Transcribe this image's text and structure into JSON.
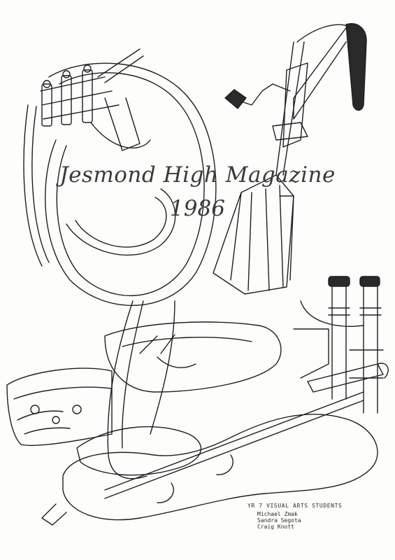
{
  "cover": {
    "title": "Jesmond High Magazine",
    "year": "1986",
    "artwork_credit": "YR 7 VISUAL ARTS STUDENTS",
    "artists": [
      "Michael Zmak",
      "Sandra Segota",
      "Craig Knott"
    ]
  },
  "icons": [
    "french-horn-icon",
    "eggbeater-icon",
    "violin-icon",
    "trumpet-valves-icon",
    "shoe-icon",
    "pouch-icon"
  ]
}
